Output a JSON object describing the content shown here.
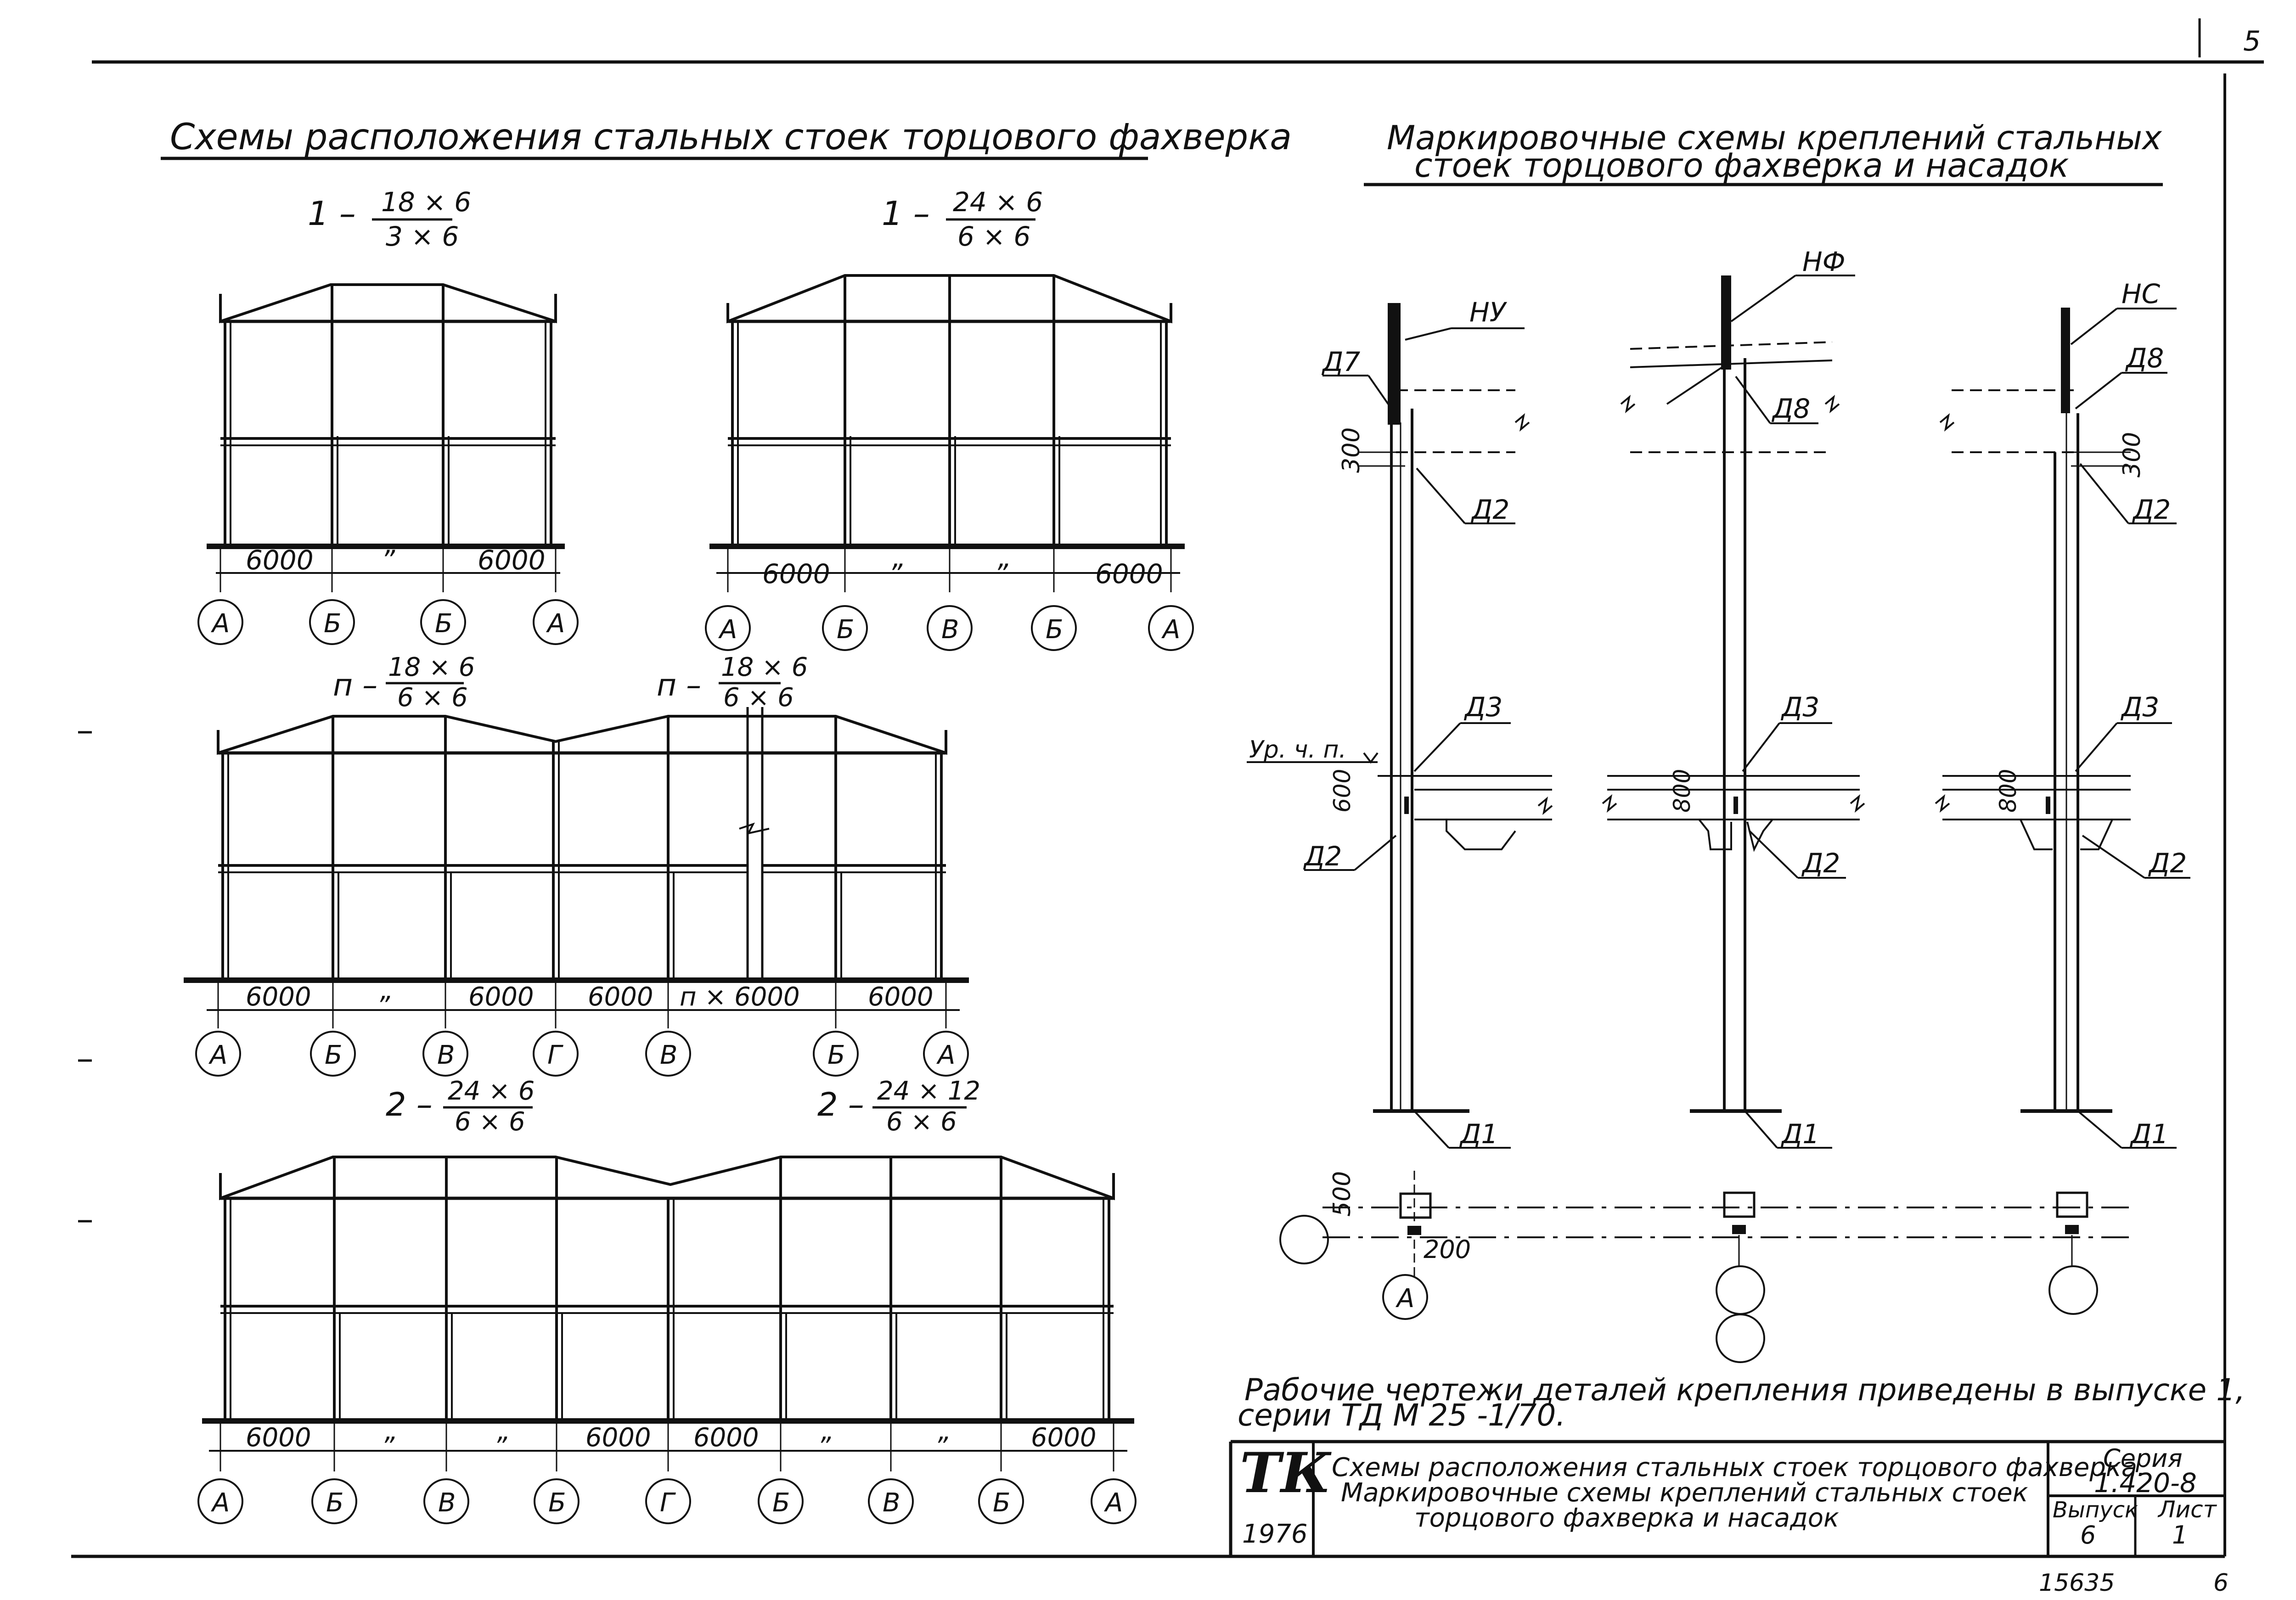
{
  "left": {
    "title": "Схемы расположения стальных стоек торцового фахверка",
    "schemes": [
      {
        "num": "1 –",
        "top": "18 × 6",
        "bottom": "3 × 6",
        "dims": [
          "6000",
          "”",
          "6000"
        ],
        "axes": [
          "А",
          "Б",
          "Б",
          "А"
        ]
      },
      {
        "num": "1 –",
        "top": "24 × 6",
        "bottom": "6 × 6",
        "dims": [
          "6000",
          "”",
          "”",
          "6000"
        ],
        "axes": [
          "А",
          "Б",
          "В",
          "Б",
          "А"
        ]
      },
      {
        "num": "п –",
        "top": "18 × 6",
        "bottom": "6 × 6",
        "num2": "п –",
        "top2": "18 × 6",
        "bottom2": "6 × 6",
        "dims": [
          "6000",
          "”",
          "6000",
          "6000",
          "п × 6000",
          "6000"
        ],
        "axes": [
          "А",
          "Б",
          "В",
          "Г",
          "В",
          "Б",
          "А"
        ]
      },
      {
        "num": "2 –",
        "top": "24 × 6",
        "bottom": "6 × 6",
        "num2": "2 –",
        "top2": "24 × 12",
        "bottom2": "6 × 6",
        "dims": [
          "6000",
          "”",
          "”",
          "6000",
          "6000",
          "”",
          "”",
          "6000"
        ],
        "axes": [
          "А",
          "Б",
          "В",
          "Б",
          "Г",
          "Б",
          "В",
          "Б",
          "А"
        ]
      }
    ]
  },
  "right": {
    "title_line1": "Маркировочные схемы креплений стальных",
    "title_line2": "стоек торцового фахверка и насадок",
    "col1": {
      "top": "НУ",
      "d7": "Д7",
      "d2a": "Д2",
      "d3": "Д3",
      "level": "Ур. ч. п.",
      "d2b": "Д2",
      "d1": "Д1"
    },
    "col2": {
      "top": "НФ",
      "d8": "Д8",
      "d3": "Д3",
      "d2": "Д2",
      "d1": "Д1"
    },
    "col3": {
      "top": "НС",
      "d8": "Д8",
      "d2a": "Д2",
      "d3": "Д3",
      "d2b": "Д2",
      "d1": "Д1"
    },
    "dims": {
      "d300a": "300",
      "d300b": "300",
      "d600": "600",
      "d800a": "800",
      "d800b": "800",
      "d500": "500",
      "d200": "200"
    },
    "axis_label": "А",
    "note_line1": "Рабочие чертежи деталей крепления приведены в выпуске 1,",
    "note_line2": "серии ТД М 25 -1/70."
  },
  "stamp": {
    "logo": "ТК",
    "year": "1976",
    "title_line1": "Схемы расположения стальных стоек торцового фахверка.",
    "title_line2": "Маркировочные схемы креплений стальных стоек",
    "title_line3": "торцового фахверка и насадок",
    "series_label": "Серия",
    "series_value": "1.420-8",
    "issue_label": "Выпуск",
    "issue_value": "6",
    "sheet_label": "Лист",
    "sheet_value": "1"
  },
  "corner_number": "15635",
  "page_mark": "6",
  "top_mark": "5"
}
